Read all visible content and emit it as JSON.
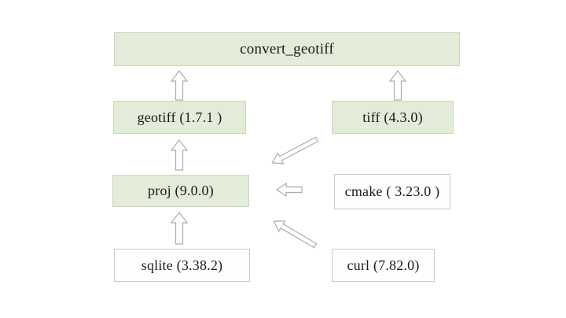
{
  "diagram": {
    "type": "dependency-graph",
    "nodes": [
      {
        "id": "convert_geotiff",
        "label": "convert_geotiff",
        "style": "green"
      },
      {
        "id": "geotiff",
        "label": "geotiff (1.7.1 )",
        "style": "green"
      },
      {
        "id": "tiff",
        "label": "tiff (4.3.0)",
        "style": "green"
      },
      {
        "id": "proj",
        "label": "proj (9.0.0)",
        "style": "green"
      },
      {
        "id": "cmake",
        "label": "cmake ( 3.23.0 )",
        "style": "white"
      },
      {
        "id": "sqlite",
        "label": "sqlite (3.38.2)",
        "style": "white"
      },
      {
        "id": "curl",
        "label": "curl (7.82.0)",
        "style": "white"
      }
    ],
    "edges": [
      {
        "from": "geotiff",
        "to": "convert_geotiff",
        "direction": "up"
      },
      {
        "from": "tiff",
        "to": "convert_geotiff",
        "direction": "up"
      },
      {
        "from": "proj",
        "to": "geotiff",
        "direction": "up"
      },
      {
        "from": "tiff",
        "to": "proj",
        "direction": "down-left"
      },
      {
        "from": "cmake",
        "to": "proj",
        "direction": "left"
      },
      {
        "from": "sqlite",
        "to": "proj",
        "direction": "up"
      },
      {
        "from": "curl",
        "to": "proj",
        "direction": "up-left"
      }
    ],
    "colors": {
      "node_fill_green": "#e2ecd8",
      "node_border_green": "#c9d7ba",
      "node_fill_white": "#fefefe",
      "node_border_white": "#c9c9c9",
      "arrow_outline": "#adadad",
      "arrow_fill": "#ffffff",
      "text": "#1b1b1b",
      "background": "#ffffff"
    }
  }
}
